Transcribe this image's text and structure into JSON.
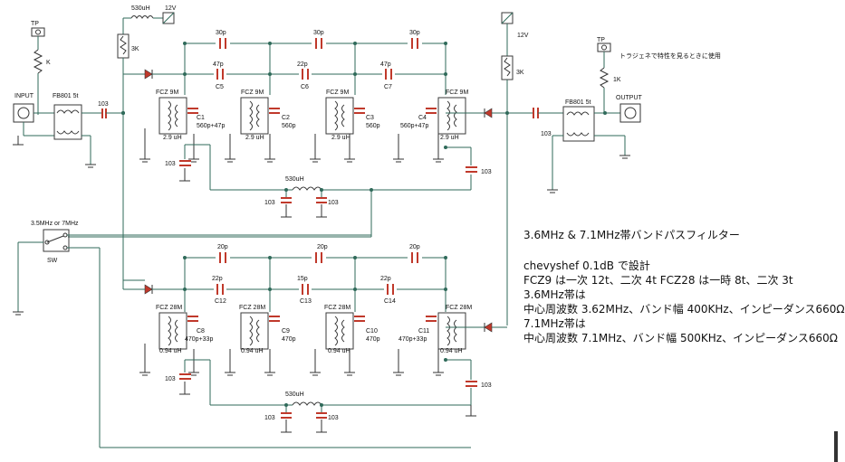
{
  "notes": {
    "title": "3.6MHz & 7.1MHz帯バンドパスフィルター",
    "l1": "chevyshef 0.1dB で設計",
    "l2": "FCZ9 は一次 12t、二次 4t  FCZ28 は一時 8t、二次 3t",
    "l3": "3.6MHz帯は",
    "l4": "中心周波数 3.62MHz、バンド幅 400KHz、インピーダンス660Ω",
    "l5": "7.1MHz帯は",
    "l6": "中心周波数 7.1MHz、バンド幅 500KHz、インピーダンス660Ω"
  },
  "labels": {
    "tp": "TP",
    "k": "K",
    "input": "INPUT",
    "output": "OUTPUT",
    "fb_in": "FB801 5t",
    "fb_out": "FB801 5t",
    "c103": "103",
    "choke_top": "530uH",
    "v12": "12V",
    "r3k": "3K",
    "tp_note": "トラジェネで特性を見るときに使用",
    "one_k": "1K",
    "sw_label": "3.5MHz or 7MHz",
    "sw": "SW",
    "choke": "530uH"
  },
  "upper": {
    "top_caps": [
      "30p",
      "30p",
      "30p"
    ],
    "mid_caps": [
      {
        "val": "47p",
        "name": "C5"
      },
      {
        "val": "22p",
        "name": "C6"
      },
      {
        "val": "47p",
        "name": "C7"
      }
    ],
    "coils": [
      {
        "type": "FCZ 9M",
        "cap": "C1",
        "cval": "560p+47p",
        "l": "2.9 uH"
      },
      {
        "type": "FCZ 9M",
        "cap": "C2",
        "cval": "560p",
        "l": "2.9 uH"
      },
      {
        "type": "FCZ 9M",
        "cap": "C3",
        "cval": "560p",
        "l": "2.9 uH"
      },
      {
        "type": "FCZ 9M",
        "cap": "C4",
        "cval": "560p+47p",
        "l": "2.9 uH"
      }
    ],
    "bypass": "103",
    "choke_caps": [
      "103",
      "103"
    ],
    "right_cap": "103",
    "v12": "12V",
    "r3k": "3K"
  },
  "lower": {
    "top_caps": [
      "20p",
      "20p",
      "20p"
    ],
    "mid_caps": [
      {
        "val": "22p",
        "name": "C12"
      },
      {
        "val": "15p",
        "name": "C13"
      },
      {
        "val": "22p",
        "name": "C14"
      }
    ],
    "coils": [
      {
        "type": "FCZ 28M",
        "cap": "C8",
        "cval": "470p+33p",
        "l": "0.94 uH"
      },
      {
        "type": "FCZ 28M",
        "cap": "C9",
        "cval": "470p",
        "l": "0.94 uH"
      },
      {
        "type": "FCZ 28M",
        "cap": "C10",
        "cval": "470p",
        "l": "0.94 uH"
      },
      {
        "type": "FCZ 28M",
        "cap": "C11",
        "cval": "470p+33p",
        "l": "0.94 uH"
      }
    ],
    "bypass": "103",
    "choke_caps": [
      "103",
      "103"
    ],
    "right_cap": "103"
  }
}
